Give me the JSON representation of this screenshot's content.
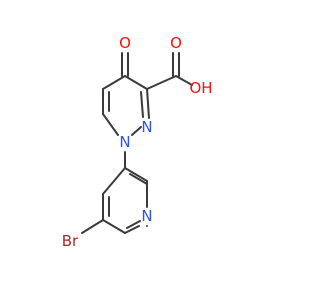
{
  "molecule": {
    "atoms": [
      {
        "id": "o-ketone",
        "symbol": "O",
        "color": "#ff0d0d"
      },
      {
        "id": "o-hydroxyl",
        "symbol": "OH",
        "color": "#ff0d0d"
      },
      {
        "id": "o-carbonyl",
        "symbol": "O",
        "color": "#ff0d0d"
      },
      {
        "id": "n-pyridazine-1",
        "symbol": "N",
        "color": "#3050f8"
      },
      {
        "id": "n-pyridazine-2",
        "symbol": "N",
        "color": "#3050f8"
      },
      {
        "id": "n-pyridine",
        "symbol": "N",
        "color": "#3050f8"
      },
      {
        "id": "br",
        "symbol": "Br",
        "color": "#a62929"
      }
    ],
    "bond_color": "#3a3a3a"
  }
}
